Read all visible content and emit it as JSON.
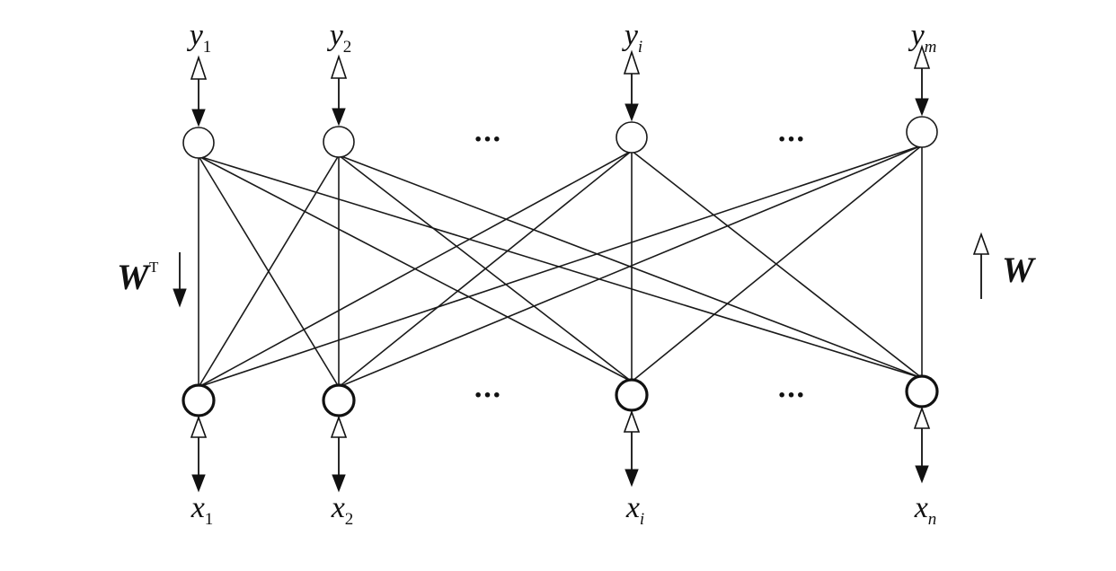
{
  "output_layer": {
    "nodes": [
      {
        "base": "y",
        "sub": "1",
        "sub_italic": false
      },
      {
        "base": "y",
        "sub": "2",
        "sub_italic": false
      },
      {
        "base": "y",
        "sub": "i",
        "sub_italic": true
      },
      {
        "base": "y",
        "sub": "m",
        "sub_italic": true
      }
    ],
    "ellipsis": [
      "···",
      "···"
    ]
  },
  "input_layer": {
    "nodes": [
      {
        "base": "x",
        "sub": "1",
        "sub_italic": false
      },
      {
        "base": "x",
        "sub": "2",
        "sub_italic": false
      },
      {
        "base": "x",
        "sub": "i",
        "sub_italic": true
      },
      {
        "base": "x",
        "sub": "n",
        "sub_italic": true
      }
    ],
    "ellipsis": [
      "···",
      "···"
    ]
  },
  "weights": {
    "down_label": "W",
    "down_sup": "T",
    "up_label": "W"
  },
  "connections": "full"
}
